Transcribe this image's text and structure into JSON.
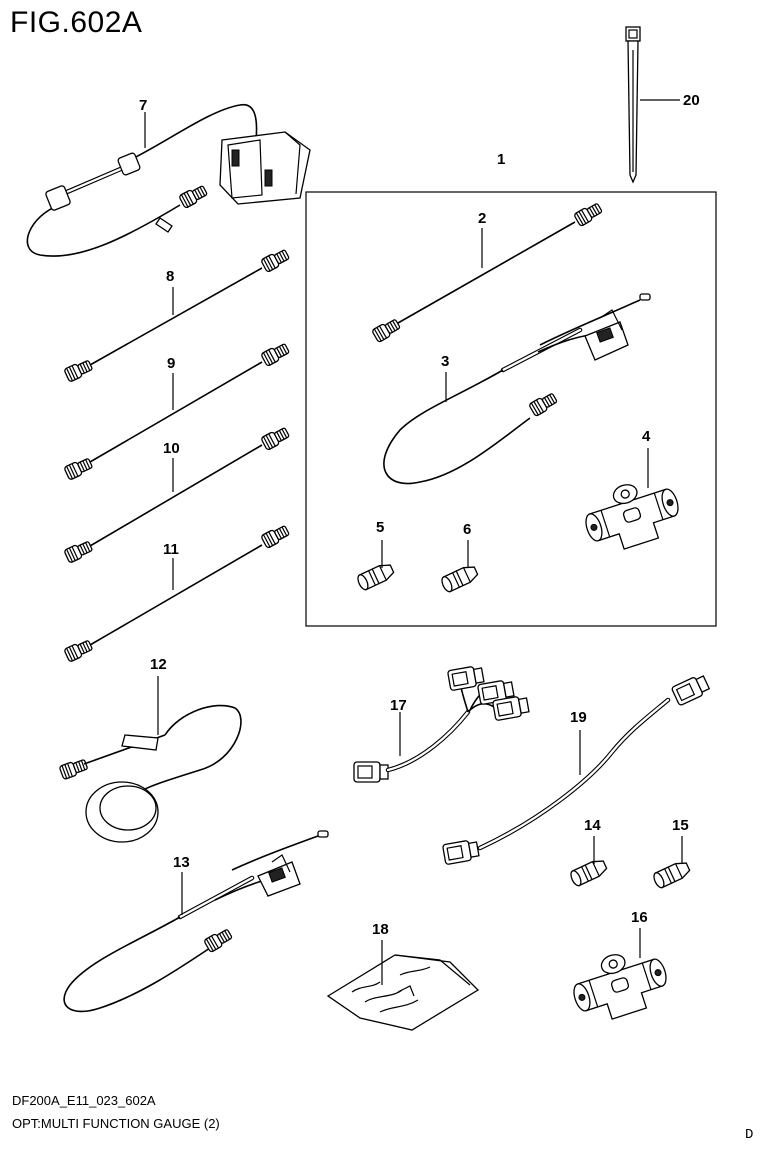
{
  "figure": {
    "title": "FIG.602A"
  },
  "footer": {
    "code": "DF200A_E11_023_602A",
    "description": "OPT:MULTI FUNCTION GAUGE (2)",
    "corner_mark": "D"
  },
  "callouts": [
    {
      "id": "p1",
      "label": "1"
    },
    {
      "id": "p2",
      "label": "2"
    },
    {
      "id": "p3",
      "label": "3"
    },
    {
      "id": "p4",
      "label": "4"
    },
    {
      "id": "p5",
      "label": "5"
    },
    {
      "id": "p6",
      "label": "6"
    },
    {
      "id": "p7",
      "label": "7"
    },
    {
      "id": "p8",
      "label": "8"
    },
    {
      "id": "p9",
      "label": "9"
    },
    {
      "id": "p10",
      "label": "10"
    },
    {
      "id": "p11",
      "label": "11"
    },
    {
      "id": "p12",
      "label": "12"
    },
    {
      "id": "p13",
      "label": "13"
    },
    {
      "id": "p14",
      "label": "14"
    },
    {
      "id": "p15",
      "label": "15"
    },
    {
      "id": "p16",
      "label": "16"
    },
    {
      "id": "p17",
      "label": "17"
    },
    {
      "id": "p18",
      "label": "18"
    },
    {
      "id": "p19",
      "label": "19"
    },
    {
      "id": "p20",
      "label": "20"
    }
  ]
}
